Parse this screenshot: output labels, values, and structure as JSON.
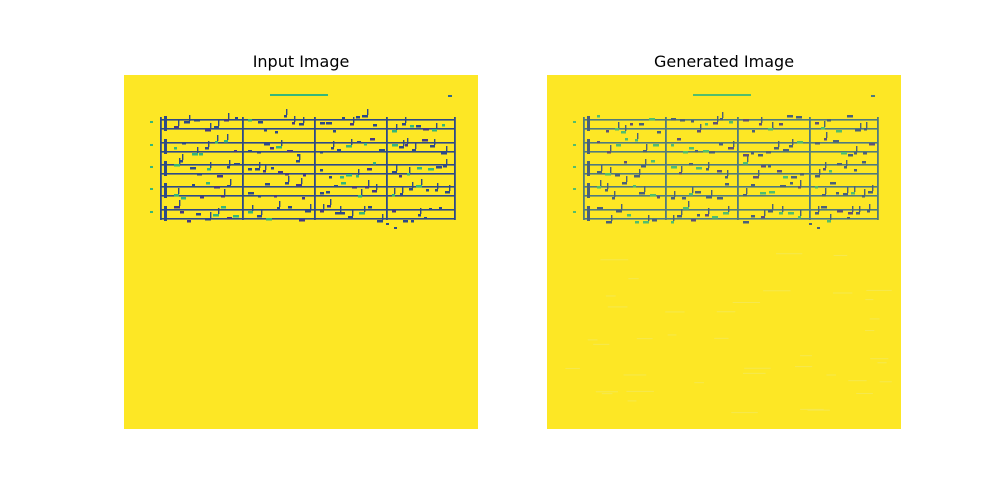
{
  "panels": [
    {
      "title": "Input Image",
      "variant": "input"
    },
    {
      "title": "Generated Image",
      "variant": "generated"
    }
  ],
  "colors": {
    "background": "#fde725",
    "ink_dark": "#2d4a87",
    "ink_mid": "#31688e",
    "ink_light": "#35b779",
    "ink_accent": "#443983"
  },
  "score": {
    "staff_count": 5,
    "bar_count": 4
  }
}
